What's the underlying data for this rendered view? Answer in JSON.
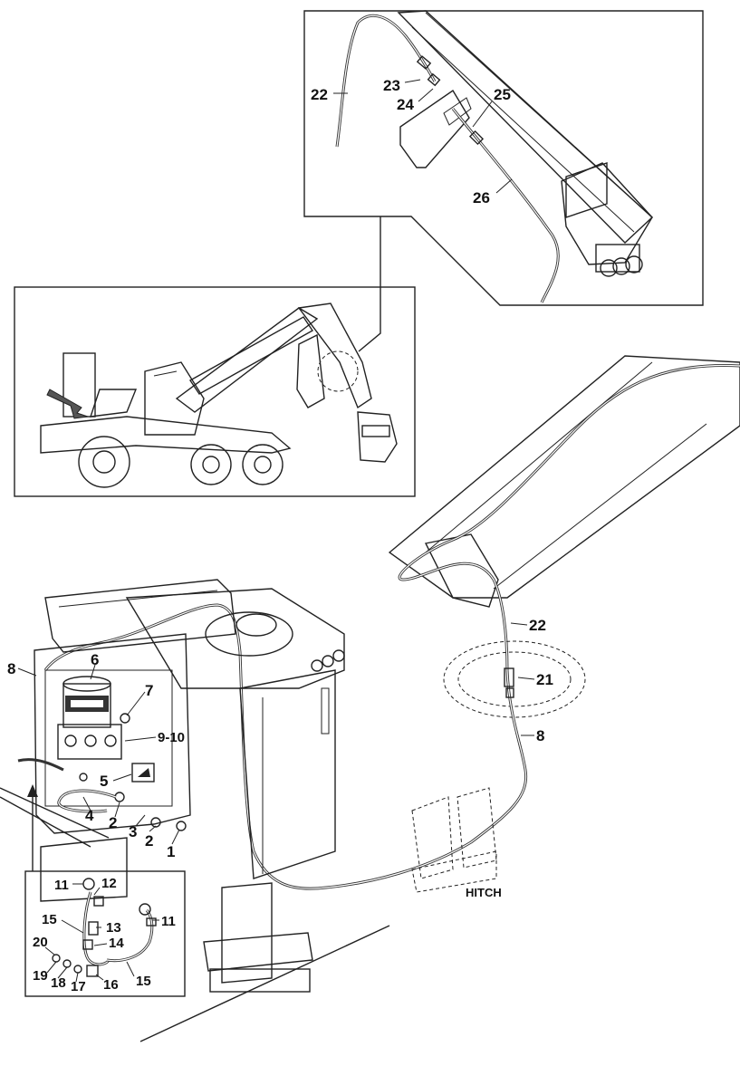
{
  "labels": {
    "p22_top": "22",
    "p23": "23",
    "p24": "24",
    "p25": "25",
    "p26": "26",
    "p22_main": "22",
    "p21": "21",
    "p8_right": "8",
    "hitch": "HITCH",
    "p8_left": "8",
    "p6": "6",
    "p7": "7",
    "p9_10": "9-10",
    "p5": "5",
    "p4": "4",
    "p2_a": "2",
    "p3": "3",
    "p2_b": "2",
    "p1": "1",
    "p11_a": "11",
    "p12": "12",
    "p15_a": "15",
    "p13": "13",
    "p14": "14",
    "p11_b": "11",
    "p20": "20",
    "p19": "19",
    "p18": "18",
    "p17": "17",
    "p16": "16",
    "p15_b": "15"
  },
  "colors": {
    "line": "#222222",
    "background": "#ffffff"
  }
}
